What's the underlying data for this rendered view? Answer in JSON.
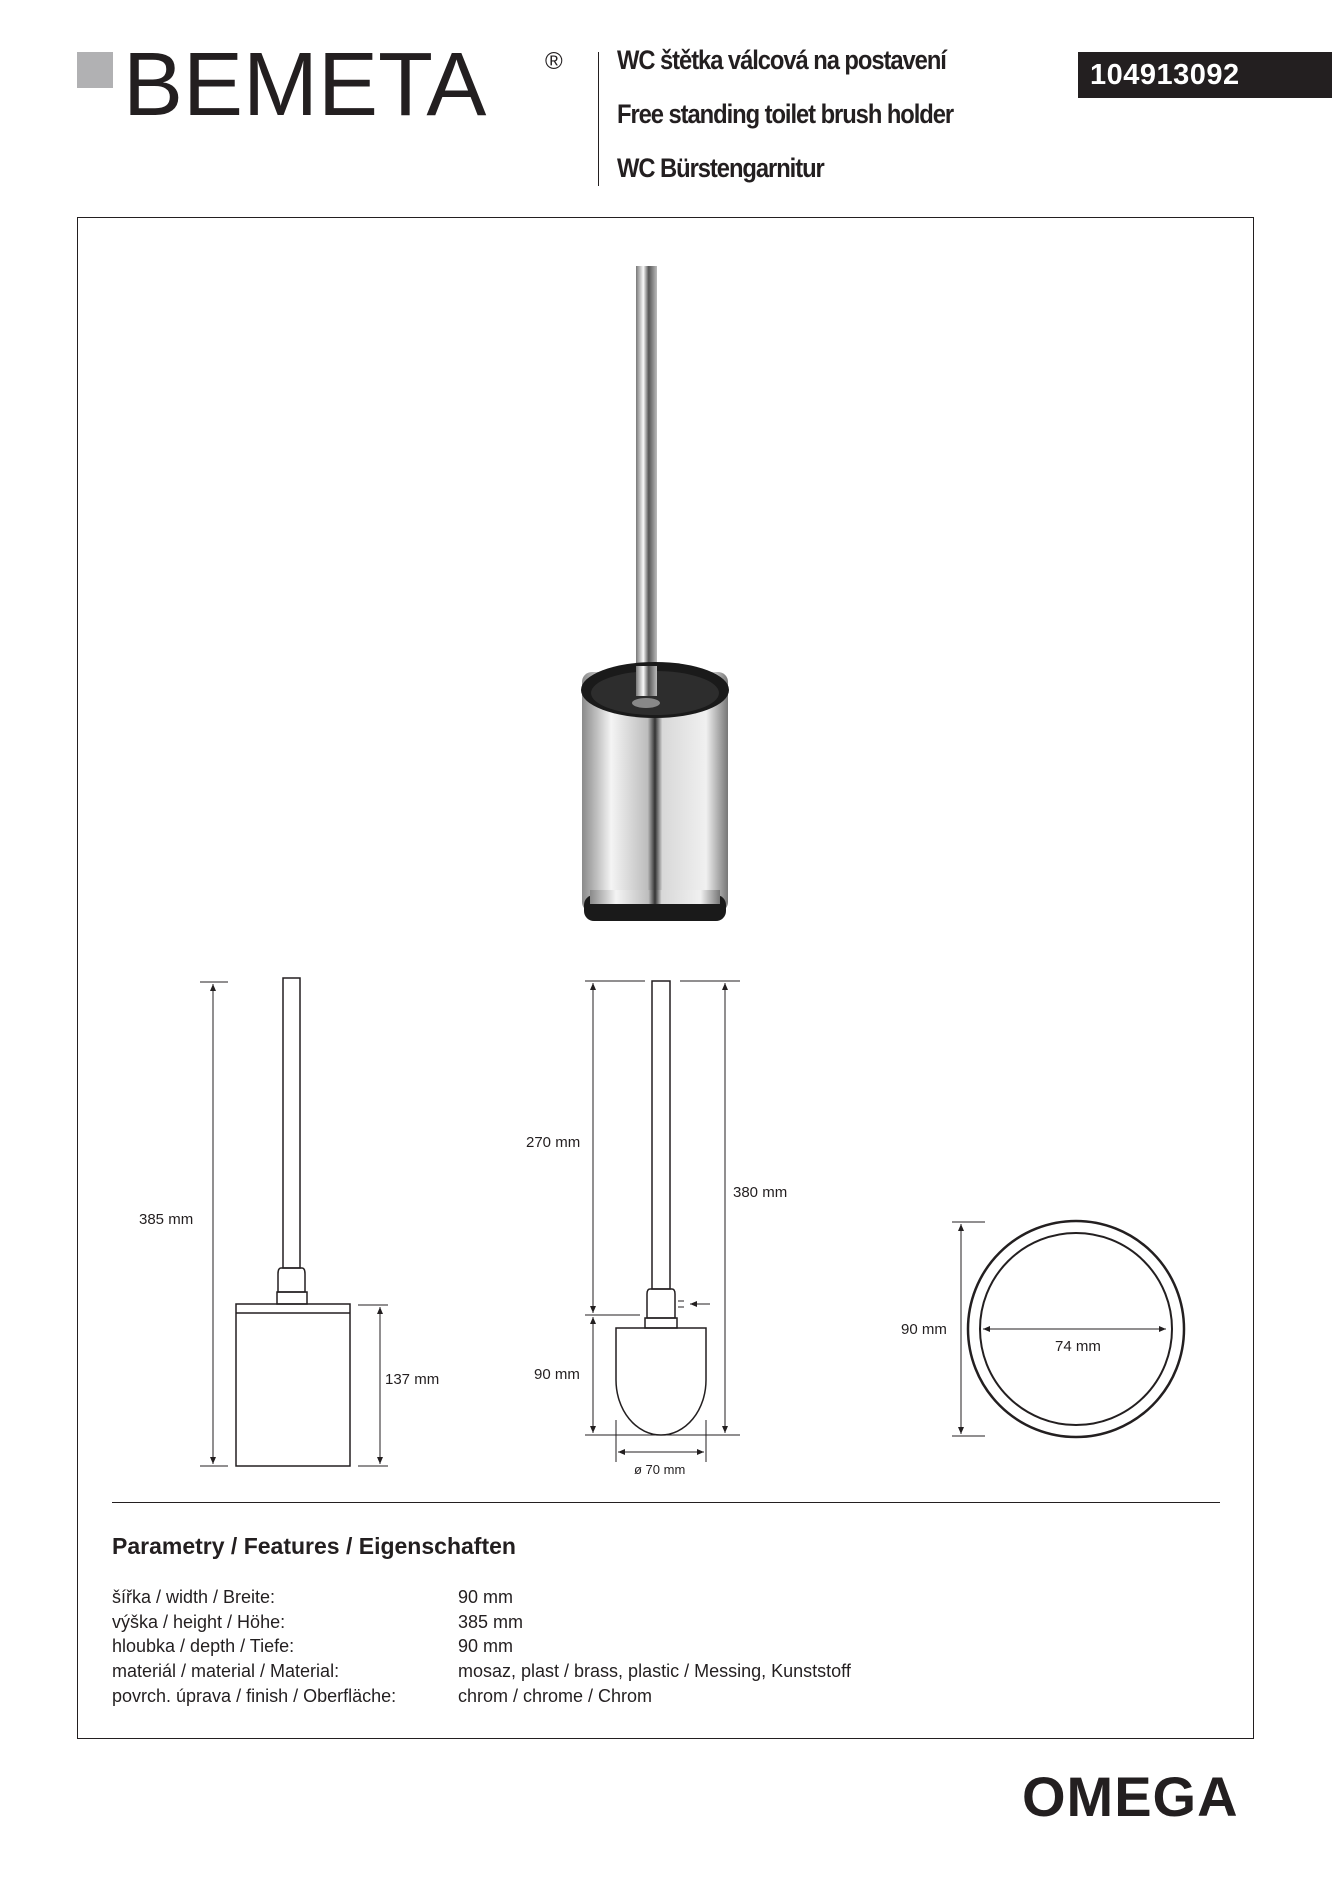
{
  "brand": {
    "name": "BEMETA",
    "registered": "®"
  },
  "titles": [
    "WC štětka válcová na postavení",
    "Free standing toilet brush holder",
    "WC Bürstengarnitur"
  ],
  "product_code": "104913092",
  "dimensions": {
    "side_total_height": "385 mm",
    "side_holder_height": "137 mm",
    "brush_handle_length": "270 mm",
    "brush_total_length": "380 mm",
    "brush_head_height": "90 mm",
    "brush_head_diameter": "ø 70 mm",
    "top_outer_diameter": "90 mm",
    "top_inner_diameter": "74 mm"
  },
  "features": {
    "heading": "Parametry / Features / Eigenschaften",
    "rows": [
      {
        "label": "šířka / width / Breite:",
        "value": "90 mm"
      },
      {
        "label": "výška / height / Höhe:",
        "value": "385 mm"
      },
      {
        "label": "hloubka / depth / Tiefe:",
        "value": "90 mm"
      },
      {
        "label": "materiál / material / Material:",
        "value": "mosaz, plast / brass, plastic / Messing, Kunststoff"
      },
      {
        "label": "povrch. úprava / finish / Oberfläche:",
        "value": "chrom / chrome / Chrom"
      }
    ]
  },
  "series": "OMEGA"
}
